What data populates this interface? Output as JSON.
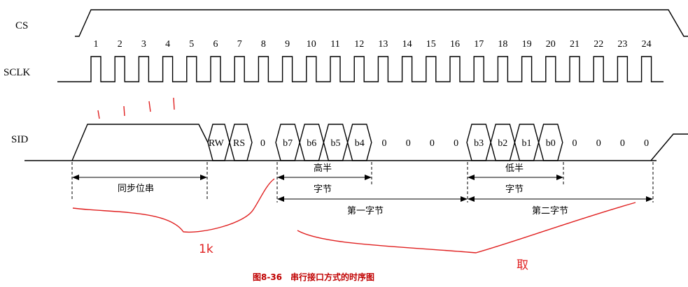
{
  "signals": {
    "cs": "CS",
    "sclk": "SCLK",
    "sid": "SID"
  },
  "clock_numbers": [
    "1",
    "2",
    "3",
    "4",
    "5",
    "6",
    "7",
    "8",
    "9",
    "10",
    "11",
    "12",
    "13",
    "14",
    "15",
    "16",
    "17",
    "18",
    "19",
    "20",
    "21",
    "22",
    "23",
    "24"
  ],
  "sid_fields": {
    "rw": "RW",
    "rs": "RS",
    "zero_after_rs": "0",
    "high_bits": [
      "b7",
      "b6",
      "b5",
      "b4"
    ],
    "high_zeros": [
      "0",
      "0",
      "0",
      "0"
    ],
    "low_bits": [
      "b3",
      "b2",
      "b1",
      "b0"
    ],
    "low_zeros": [
      "0",
      "0",
      "0",
      "0"
    ]
  },
  "spans": {
    "sync": "同步位串",
    "high_half": "高半",
    "byte_1": "字节",
    "first_byte": "第一字节",
    "low_half": "低半",
    "byte_2": "字节",
    "second_byte": "第二字节"
  },
  "caption": "图8-36　串行接口方式的时序图",
  "annotations": {
    "note_left": "1k",
    "note_right": "取"
  }
}
